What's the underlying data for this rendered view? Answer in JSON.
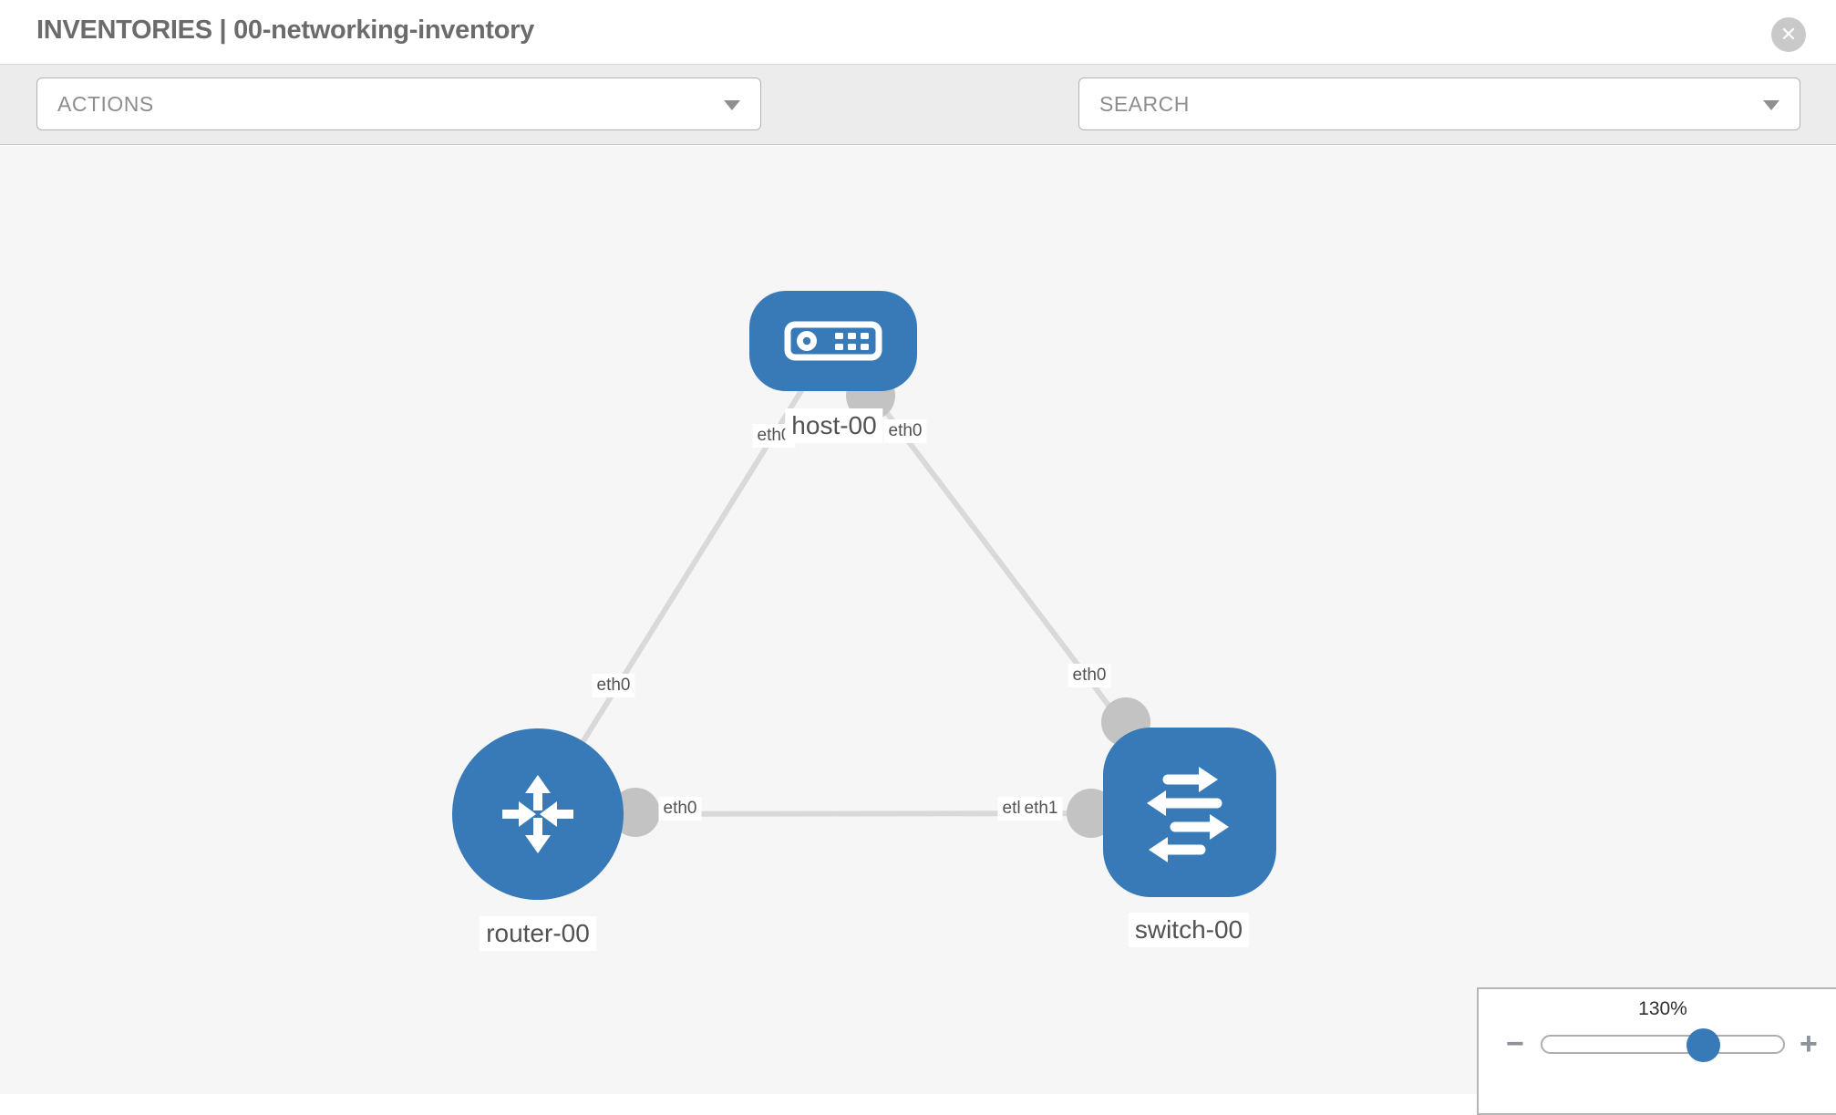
{
  "header": {
    "title": "INVENTORIES | 00-networking-inventory",
    "close_glyph": "✕"
  },
  "toolbar": {
    "actions_label": "ACTIONS",
    "search_label": "SEARCH",
    "icons": [
      "wrench",
      "key"
    ]
  },
  "topology": {
    "nodes": [
      {
        "id": "host-00",
        "type": "host",
        "label": "host-00"
      },
      {
        "id": "router-00",
        "type": "router",
        "label": "router-00"
      },
      {
        "id": "switch-00",
        "type": "switch",
        "label": "switch-00"
      }
    ],
    "links": [
      {
        "from": "host-00",
        "to": "router-00",
        "from_interface": "eth0",
        "to_interface": "eth0"
      },
      {
        "from": "host-00",
        "to": "switch-00",
        "from_interface": "eth0",
        "to_interface": "eth0"
      },
      {
        "from": "router-00",
        "to": "switch-00",
        "from_interface": "eth0",
        "to_interface": "eth1",
        "overlapped_interface": "eth0"
      }
    ]
  },
  "zoom_control": {
    "level": "130%",
    "minus_label": "−",
    "plus_label": "+"
  },
  "colors": {
    "node_blue": "#377ab7",
    "link_gray": "#d9d9d9",
    "port_gray": "#c3c3c3",
    "canvas_bg": "#f6f6f6",
    "toolbar_bg": "#ececec"
  }
}
